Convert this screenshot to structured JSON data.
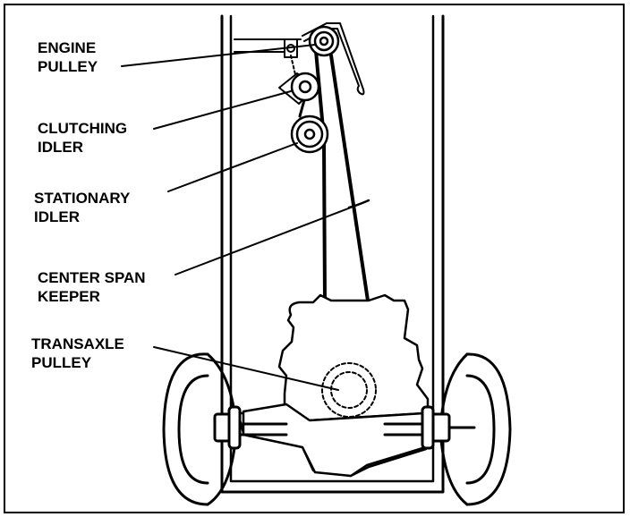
{
  "labels": {
    "engine_pulley": [
      "ENGINE",
      "PULLEY"
    ],
    "clutching_idler": [
      "CLUTCHING",
      "IDLER"
    ],
    "stationary_idler": [
      "STATIONARY",
      "IDLER"
    ],
    "center_span_keeper": [
      "CENTER SPAN",
      "KEEPER"
    ],
    "transaxle_pulley": [
      "TRANSAXLE",
      "PULLEY"
    ]
  },
  "colors": {
    "ink": "#000000",
    "background": "#ffffff"
  }
}
